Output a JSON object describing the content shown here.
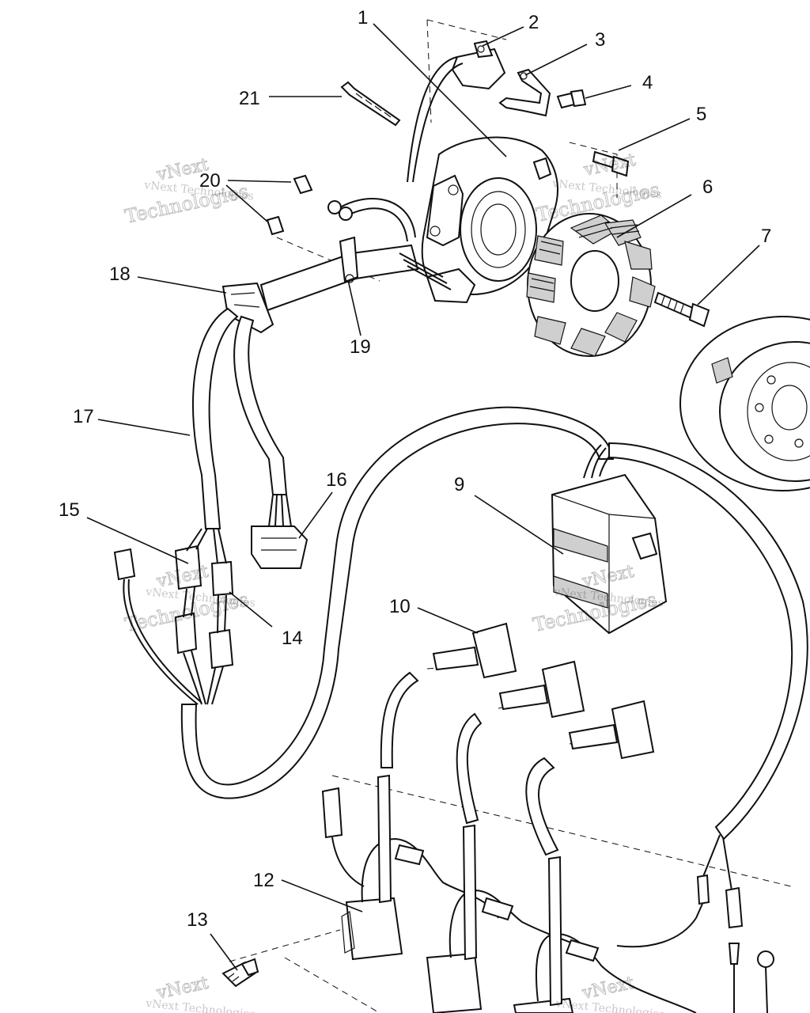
{
  "watermark": {
    "line1": "vNext",
    "line2": "Technologies",
    "small": "vNext Technologies"
  },
  "callouts": [
    {
      "id": "1",
      "label": "1"
    },
    {
      "id": "2",
      "label": "2"
    },
    {
      "id": "3",
      "label": "3"
    },
    {
      "id": "4",
      "label": "4"
    },
    {
      "id": "5",
      "label": "5"
    },
    {
      "id": "6",
      "label": "6"
    },
    {
      "id": "7",
      "label": "7"
    },
    {
      "id": "9",
      "label": "9"
    },
    {
      "id": "10",
      "label": "10"
    },
    {
      "id": "12",
      "label": "12"
    },
    {
      "id": "13",
      "label": "13"
    },
    {
      "id": "14",
      "label": "14"
    },
    {
      "id": "15",
      "label": "15"
    },
    {
      "id": "16",
      "label": "16"
    },
    {
      "id": "17",
      "label": "17"
    },
    {
      "id": "18",
      "label": "18"
    },
    {
      "id": "19",
      "label": "19"
    },
    {
      "id": "20",
      "label": "20"
    },
    {
      "id": "21",
      "label": "21"
    }
  ]
}
